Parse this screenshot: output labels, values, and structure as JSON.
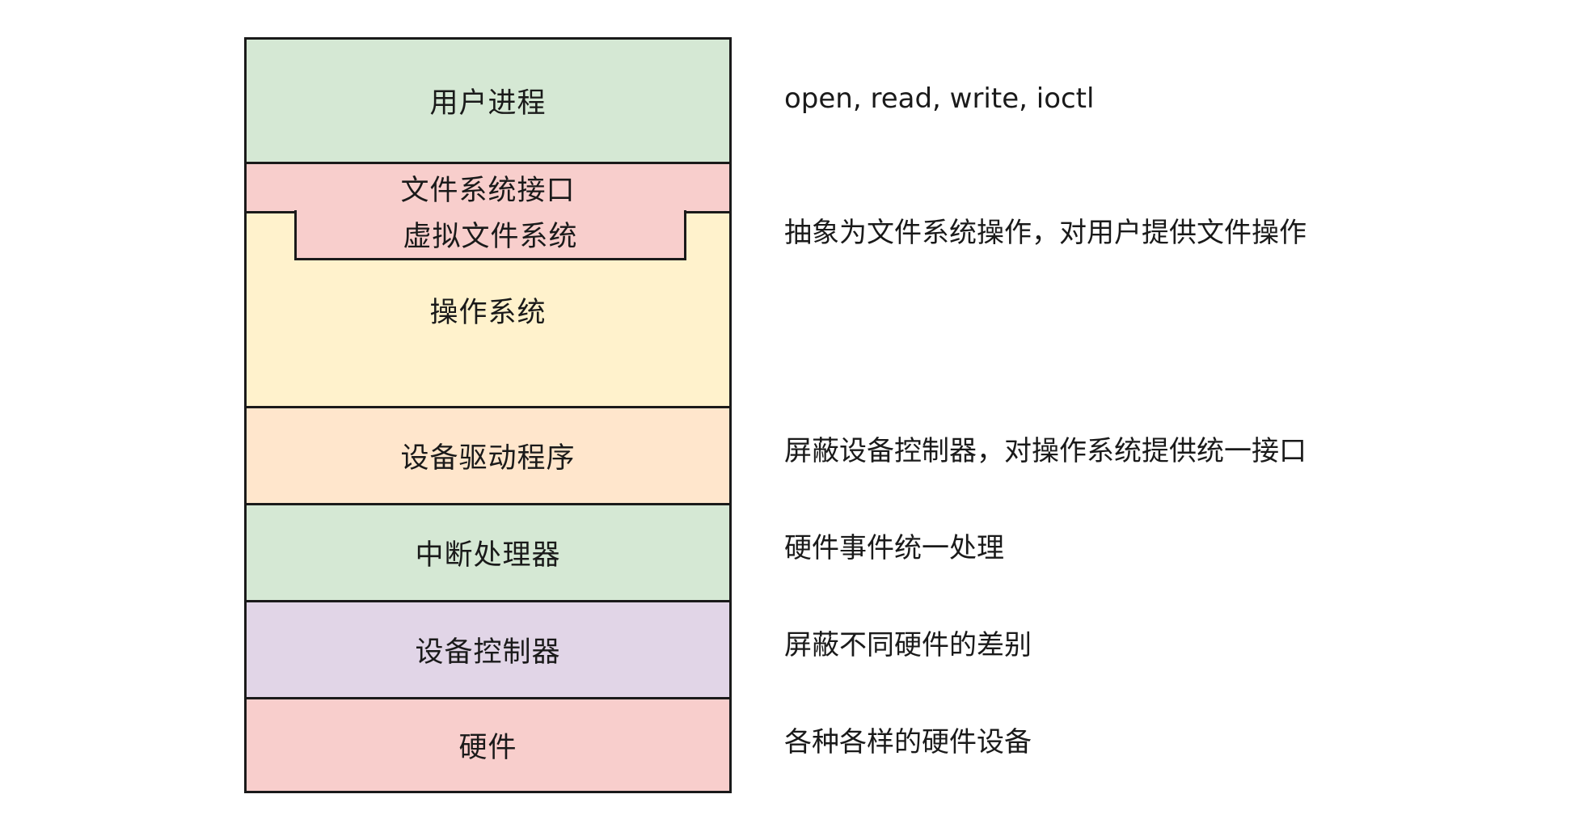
{
  "layers": {
    "user_process": "用户进程",
    "fs_interface": "文件系统接口",
    "virtual_fs": "虚拟文件系统",
    "operating_system": "操作系统",
    "device_driver": "设备驱动程序",
    "interrupt_handler": "中断处理器",
    "device_controller": "设备控制器",
    "hardware": "硬件"
  },
  "descriptions": {
    "user_process": "open, read, write, ioctl",
    "file_system": "抽象为文件系统操作，对用户提供文件操作",
    "device_driver": "屏蔽设备控制器，对操作系统提供统一接口",
    "interrupt_handler": "硬件事件统一处理",
    "device_controller": "屏蔽不同硬件的差别",
    "hardware": "各种各样的硬件设备"
  },
  "colors": {
    "green": "#d5e8d4",
    "red": "#f8cecc",
    "yellow": "#fff2cc",
    "orange": "#ffe6cc",
    "purple": "#e1d5e7",
    "border": "#1a1a1a"
  }
}
